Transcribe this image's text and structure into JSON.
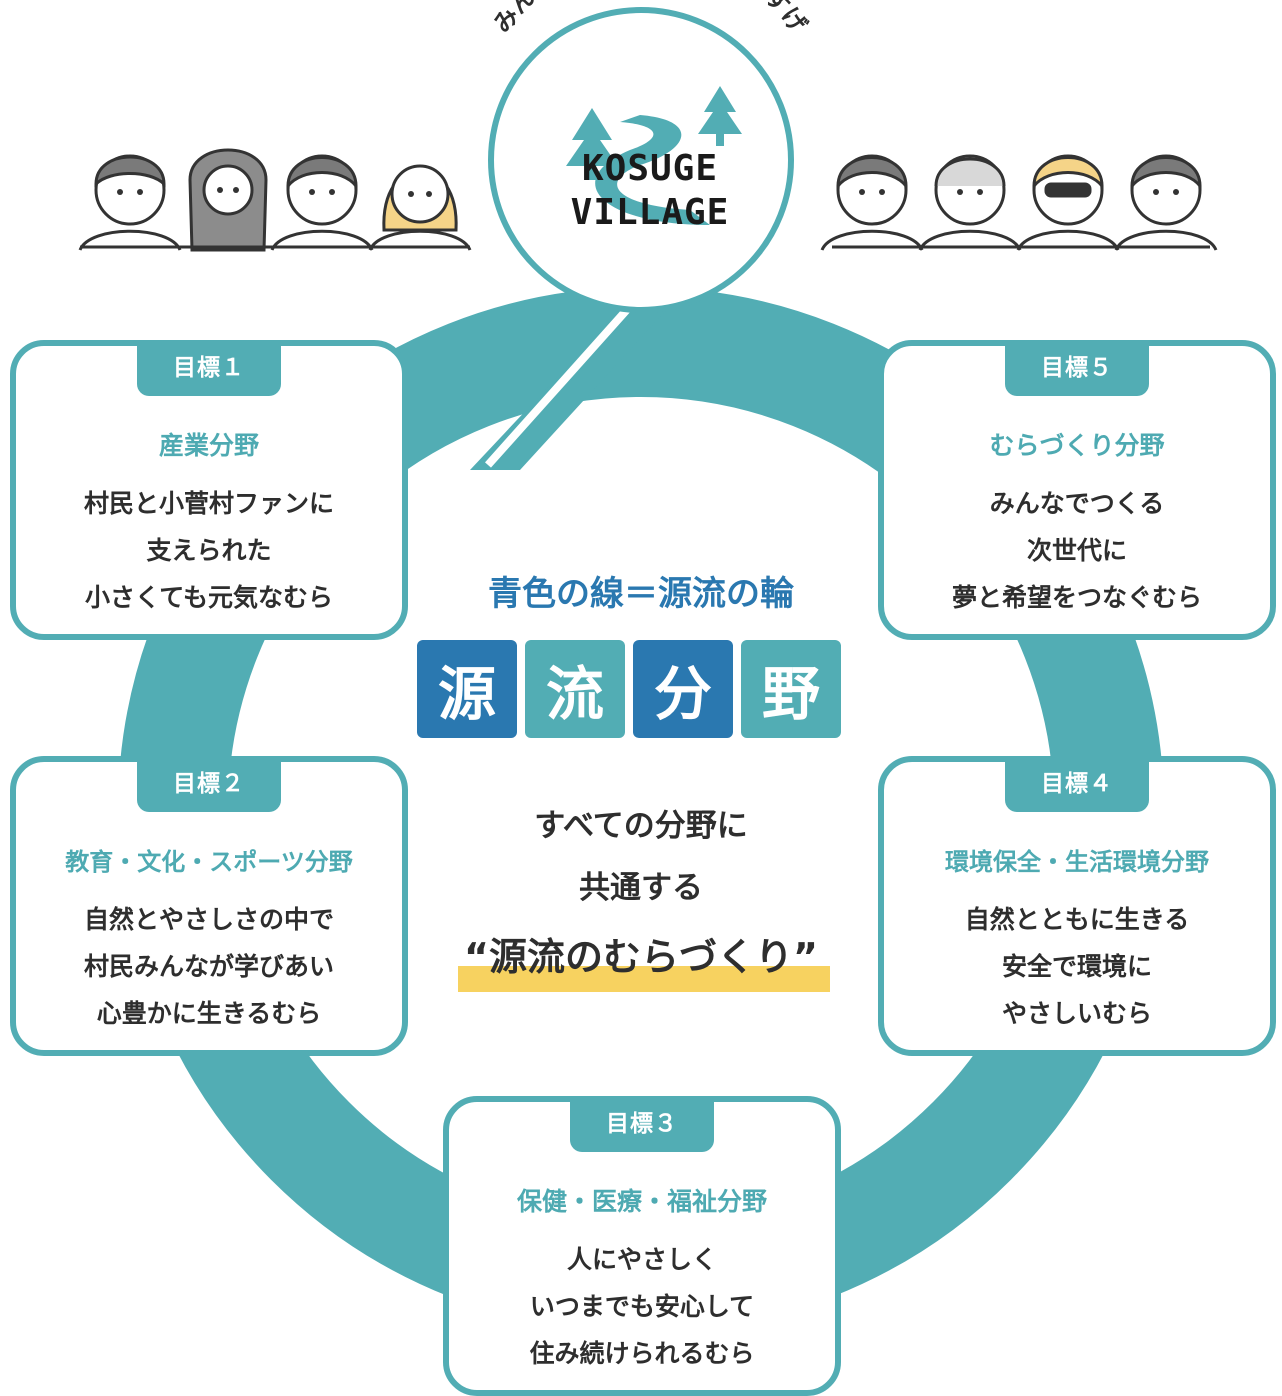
{
  "arc_text": "みんなでつくる源流の輪 こすげ",
  "logo": {
    "line1": "KOSUGE",
    "line2": "VILLAGE"
  },
  "center": {
    "title": "青色の線＝源流の輪",
    "tiles": [
      "源",
      "流",
      "分",
      "野"
    ],
    "message_line1": "すべての分野に",
    "message_line2": "共通する",
    "message_line3": "“源流のむらづくり”"
  },
  "goals": [
    {
      "badge": "目標１",
      "field": "産業分野",
      "lines": [
        "村民と小菅村ファンに",
        "支えられた",
        "小さくても元気なむら"
      ]
    },
    {
      "badge": "目標２",
      "field": "教育・文化・スポーツ分野",
      "lines": [
        "自然とやさしさの中で",
        "村民みんなが学びあい",
        "心豊かに生きるむら"
      ]
    },
    {
      "badge": "目標３",
      "field": "保健・医療・福祉分野",
      "lines": [
        "人にやさしく",
        "いつまでも安心して",
        "住み続けられるむら"
      ]
    },
    {
      "badge": "目標４",
      "field": "環境保全・生活環境分野",
      "lines": [
        "自然とともに生きる",
        "安全で環境に",
        "やさしいむら"
      ]
    },
    {
      "badge": "目標５",
      "field": "むらづくり分野",
      "lines": [
        "みんなでつくる",
        "次世代に",
        "夢と希望をつなぐむら"
      ]
    }
  ],
  "colors": {
    "teal": "#52adb4",
    "blue": "#2a78b0",
    "highlight": "#f7d260"
  }
}
